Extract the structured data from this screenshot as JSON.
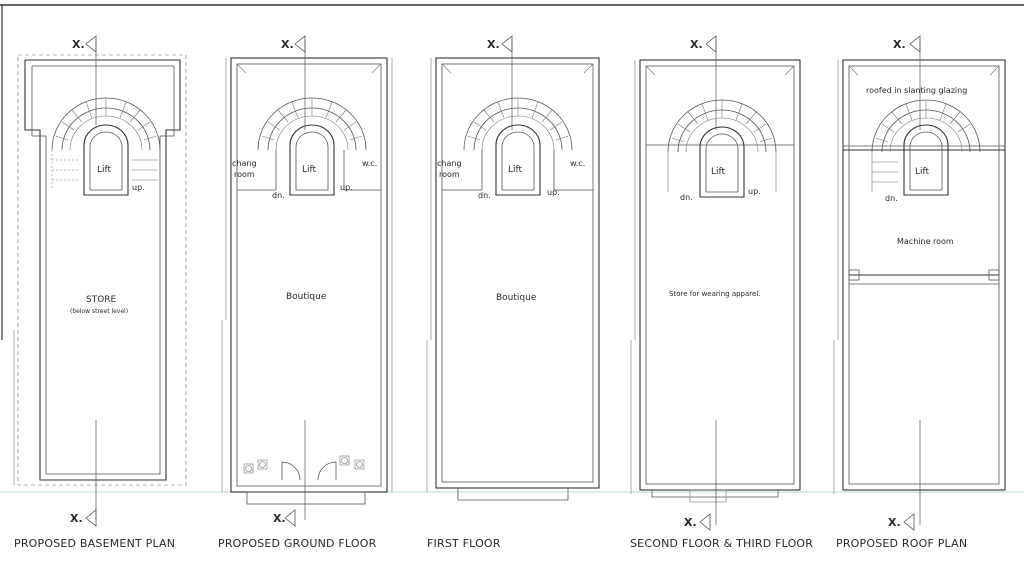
{
  "plans": [
    {
      "id": "basement",
      "title": "PROPOSED BASEMENT PLAN",
      "section_top": "X.",
      "section_bottom": "X.",
      "lift_label": "Lift",
      "labels": {
        "up": "up.",
        "room": "STORE",
        "room_note": "(below street level)"
      }
    },
    {
      "id": "ground",
      "title": "PROPOSED GROUND FLOOR",
      "section_top": "X.",
      "section_bottom": "X.",
      "lift_label": "Lift",
      "labels": {
        "chang1": "chang",
        "chang2": "room",
        "wc": "w.c.",
        "dn": "dn.",
        "up": "up.",
        "room": "Boutique"
      }
    },
    {
      "id": "first",
      "title": "FIRST FLOOR",
      "section_top": "X.",
      "lift_label": "Lift",
      "labels": {
        "chang1": "chang",
        "chang2": "room",
        "wc": "w.c.",
        "dn": "dn.",
        "up": "up.",
        "room": "Boutique"
      }
    },
    {
      "id": "second_third",
      "title": "SECOND FLOOR & THIRD FLOOR",
      "section_top": "X.",
      "section_bottom": "X.",
      "lift_label": "Lift",
      "labels": {
        "dn": "dn.",
        "up": "up.",
        "room": "Store for wearing apparel."
      }
    },
    {
      "id": "roof",
      "title": "PROPOSED ROOF PLAN",
      "section_top": "X.",
      "section_bottom": "X.",
      "lift_label": "Lift",
      "labels": {
        "glazing": "roofed in slanting glazing",
        "dn": "dn.",
        "room": "Machine room"
      }
    }
  ]
}
